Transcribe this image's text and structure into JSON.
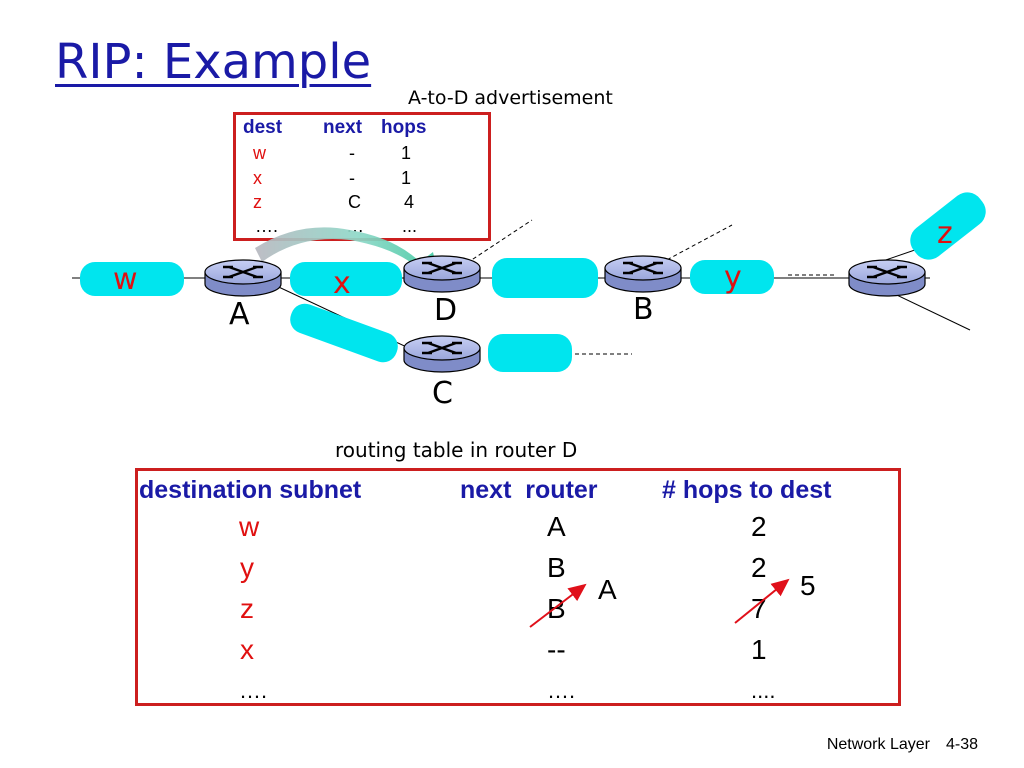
{
  "slide": {
    "title": "RIP: Example",
    "footer_left": "Network Layer",
    "footer_right": "4-38"
  },
  "advertisement": {
    "caption": "A-to-D advertisement",
    "headers": {
      "dest": "dest",
      "next": "next",
      "hops": "hops"
    },
    "rows": [
      {
        "dest": "w",
        "next": "-",
        "hops": "1"
      },
      {
        "dest": "x",
        "next": "-",
        "hops": "1"
      },
      {
        "dest": "z",
        "next": "C",
        "hops": "4"
      },
      {
        "dest": "….",
        "next": "…",
        "hops": "..."
      }
    ]
  },
  "network": {
    "routers": [
      "A",
      "D",
      "B",
      "C"
    ],
    "subnets": [
      "w",
      "x",
      "y",
      "z"
    ]
  },
  "routing_table": {
    "caption": "routing table in router D",
    "headers": {
      "destination": "destination subnet",
      "next": "next  router",
      "hops": "# hops to dest"
    },
    "rows": [
      {
        "dest": "w",
        "next": "A",
        "hops": "2"
      },
      {
        "dest": "y",
        "next": "B",
        "hops": "2"
      },
      {
        "dest": "z",
        "next": "B",
        "hops": "7"
      },
      {
        "dest": "x",
        "next": "--",
        "hops": "1"
      },
      {
        "dest": "….",
        "next": "….",
        "hops": "...."
      }
    ],
    "updates": {
      "next_router": "A",
      "hops": "5"
    }
  },
  "colors": {
    "title": "#1a1aa6",
    "box_border": "#cc1f1f",
    "subnet_fill": "#00e5ee",
    "router_fill": "#aab4e6",
    "red_text": "#e01010",
    "arrow": "#e0101a"
  }
}
